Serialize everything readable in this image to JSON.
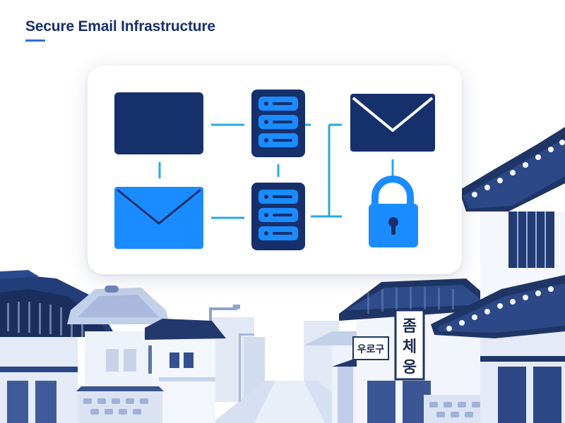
{
  "header": {
    "title": "Secure Email Infrastructure"
  },
  "street": {
    "sign_left": "우로구",
    "sign_vertical": [
      "좀",
      "체",
      "웅"
    ]
  },
  "colors": {
    "navy": "#16306b",
    "bright_blue": "#1a8cff",
    "line_blue": "#2aa7e6",
    "house_light": "#c9d6ef",
    "roof_dark": "#1f3566"
  },
  "icons": {
    "envelope_navy_closed": "navy-panel-icon",
    "server_top": "server-icon",
    "envelope_open_top": "envelope-icon",
    "envelope_bright": "envelope-icon",
    "server_bottom": "server-icon",
    "lock": "padlock-icon"
  }
}
